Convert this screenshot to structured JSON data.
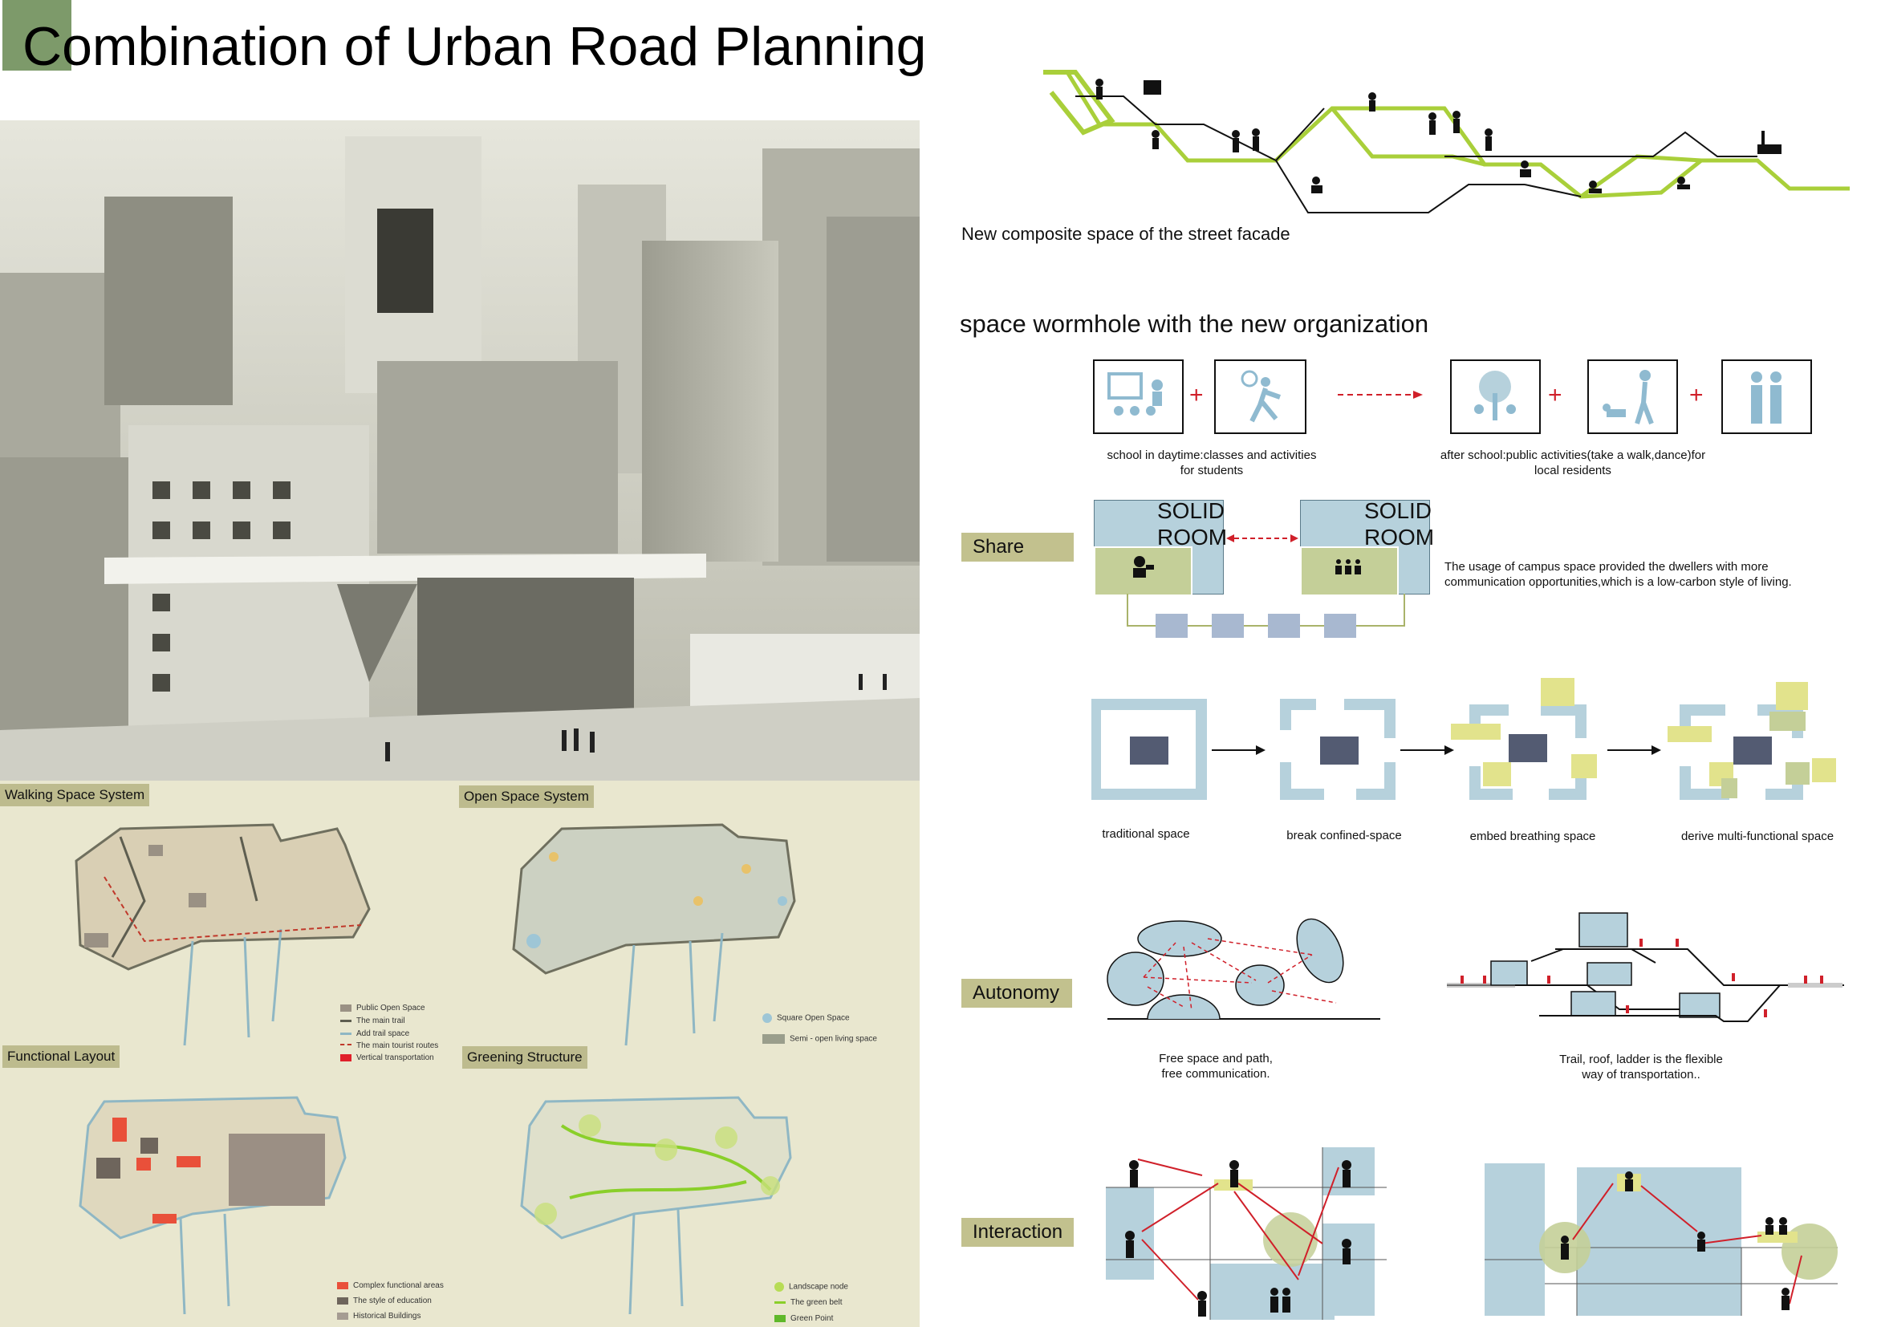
{
  "title": {
    "initial": "C",
    "rest": "ombination of Urban Road Planning"
  },
  "facade": {
    "caption": "New composite space of the street facade",
    "line_color": "#a9cf3a"
  },
  "wormhole": {
    "heading": "space wormhole with the new organization",
    "left_caption": [
      "school in daytime:classes and activities",
      "for students"
    ],
    "right_caption": [
      "after school:public activities(take a walk,dance)for",
      "local residents"
    ]
  },
  "share": {
    "tag": "Share",
    "room_label_1": "SOLID",
    "room_label_2": "ROOM",
    "description": [
      "The usage of campus space provided the dwellers with more",
      "communication opportunities,which is a low-carbon style of living."
    ]
  },
  "evolution": {
    "steps": [
      "traditional space",
      "break confined-space",
      "embed breathing space",
      "derive multi-functional space"
    ]
  },
  "autonomy": {
    "tag": "Autonomy",
    "left_caption": [
      "Free space and path,",
      "free communication."
    ],
    "right_caption": [
      "Trail, roof, ladder is the flexible",
      "way of transportation.."
    ]
  },
  "interaction": {
    "tag": "Interaction"
  },
  "maps": {
    "walking": {
      "label": "Walking Space System",
      "legend": [
        "Public Open Space",
        "The main trail",
        "Add trail space",
        "The main tourist routes",
        "Vertical transportation"
      ]
    },
    "open": {
      "label": "Open Space System",
      "legend": [
        "Square Open Space",
        "Semi - open living space"
      ]
    },
    "functional": {
      "label": "Functional Layout",
      "legend": [
        "Complex functional areas",
        "The style of education",
        "Historical Buildings"
      ]
    },
    "greening": {
      "label": "Greening Structure",
      "legend": [
        "Landscape node",
        "The green belt",
        "Green Point"
      ]
    }
  },
  "colors": {
    "accent_red": "#d0202a",
    "room_blue": "#b6d1dc",
    "room_green": "#c4cf98",
    "tag_olive": "#c2c18e",
    "square_dark": "#535b72",
    "map_bg": "#e9e7cf"
  }
}
